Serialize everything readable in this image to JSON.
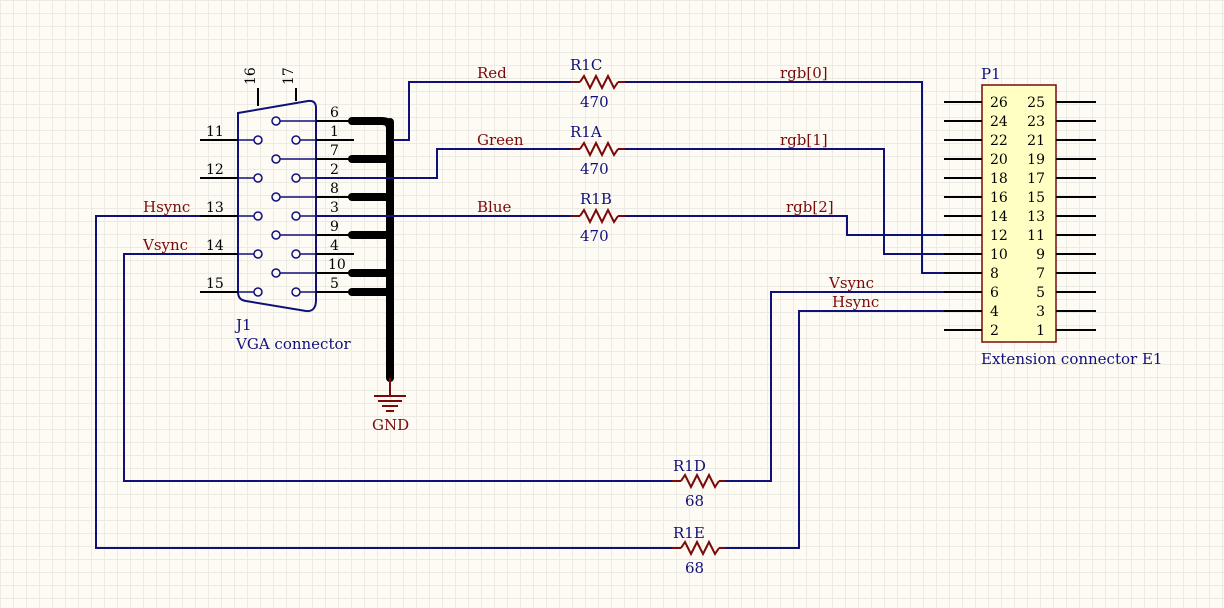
{
  "vga": {
    "ref": "J1",
    "name": "VGA connector",
    "top_pins": [
      "16",
      "17"
    ],
    "left_pins": [
      "11",
      "12",
      "13",
      "14",
      "15"
    ],
    "right_pins": [
      "6",
      "1",
      "7",
      "2",
      "8",
      "3",
      "9",
      "4",
      "10",
      "5"
    ]
  },
  "gnd": {
    "label": "GND"
  },
  "resistors": [
    {
      "ref": "R1C",
      "value": "470"
    },
    {
      "ref": "R1A",
      "value": "470"
    },
    {
      "ref": "R1B",
      "value": "470"
    },
    {
      "ref": "R1D",
      "value": "68"
    },
    {
      "ref": "R1E",
      "value": "68"
    }
  ],
  "nets": {
    "red": "Red",
    "green": "Green",
    "blue": "Blue",
    "rgb0": "rgb[0]",
    "rgb1": "rgb[1]",
    "rgb2": "rgb[2]",
    "hsync_left": "Hsync",
    "vsync_left": "Vsync",
    "vsync_right": "Vsync",
    "hsync_right": "Hsync"
  },
  "header": {
    "ref": "P1",
    "name": "Extension connector E1",
    "rows": [
      [
        "26",
        "25"
      ],
      [
        "24",
        "23"
      ],
      [
        "22",
        "21"
      ],
      [
        "20",
        "19"
      ],
      [
        "18",
        "17"
      ],
      [
        "16",
        "15"
      ],
      [
        "14",
        "13"
      ],
      [
        "12",
        "11"
      ],
      [
        "10",
        "9"
      ],
      [
        "8",
        "7"
      ],
      [
        "6",
        "5"
      ],
      [
        "4",
        "3"
      ],
      [
        "2",
        "1"
      ]
    ]
  },
  "colors": {
    "background": "#fdfbf4",
    "wire": "#10107a",
    "net_label": "#7a0a0a",
    "header_fill": "#ffffc4"
  }
}
